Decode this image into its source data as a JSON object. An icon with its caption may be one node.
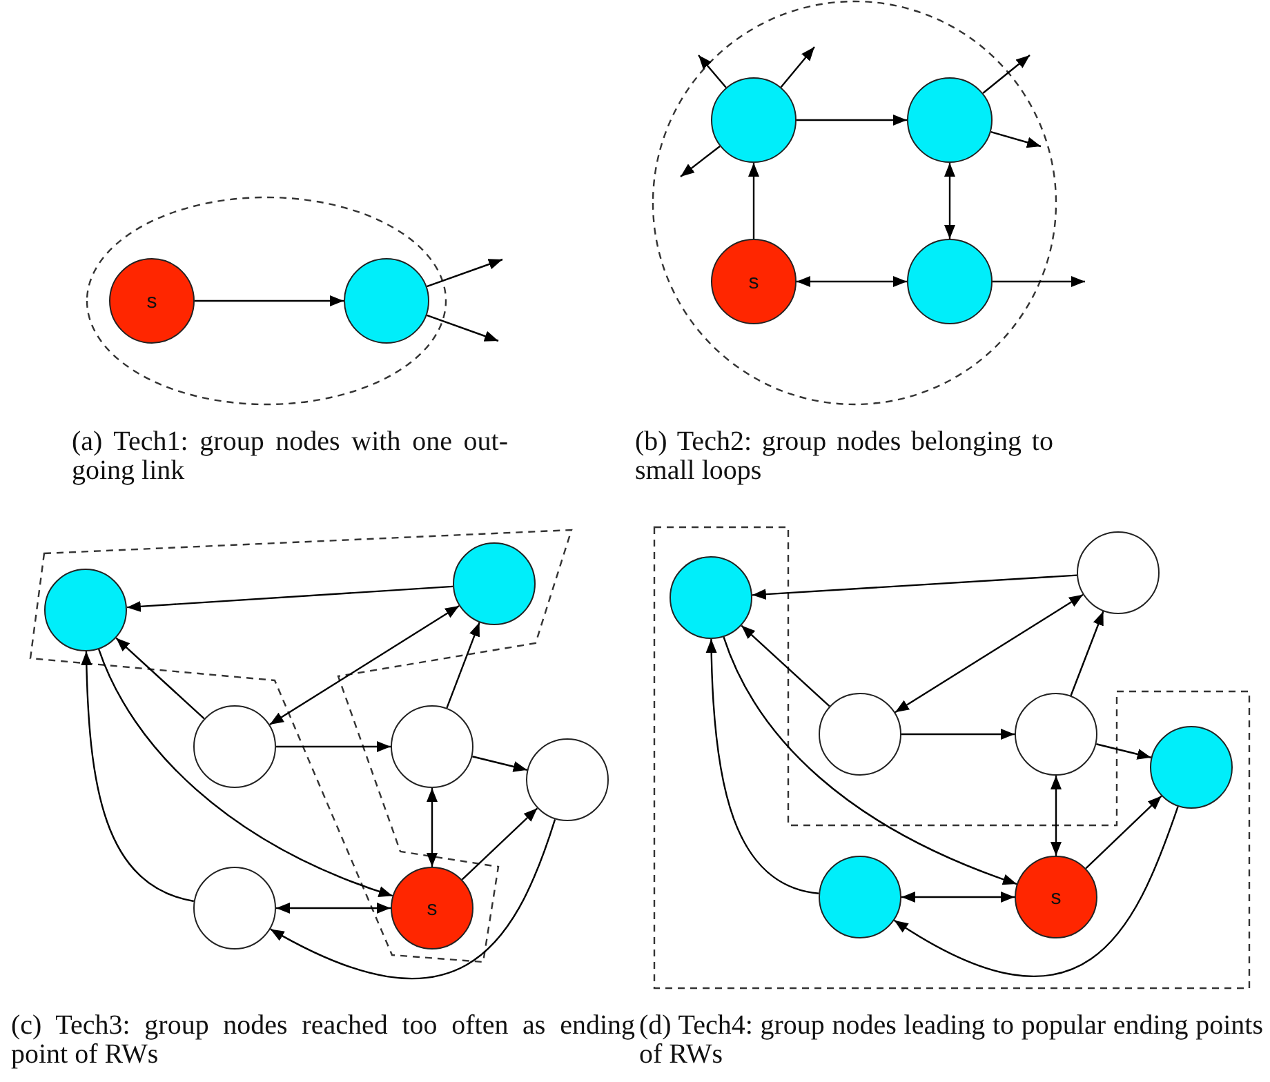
{
  "diagram": {
    "nodes": [
      {
        "text": [
          "s"
        ]
      },
      {
        "text": [],
        "shape": "circle"
      },
      {
        "text": [],
        "shape": "circle"
      },
      {
        "text": [],
        "shape": "circle"
      },
      {
        "text": [
          "s"
        ]
      },
      {
        "text": [],
        "shape": "circle"
      },
      {
        "text": [],
        "shape": "circle"
      },
      {
        "text": [],
        "shape": "circle"
      },
      {
        "text": [],
        "shape": "circle"
      },
      {
        "text": [],
        "shape": "circle"
      },
      {
        "text": [],
        "shape": "circle"
      },
      {
        "text": [],
        "shape": "circle"
      },
      {
        "text": [
          "s"
        ]
      },
      {
        "text": [],
        "shape": "circle"
      },
      {
        "text": [],
        "shape": "circle"
      },
      {
        "text": [],
        "shape": "circle"
      },
      {
        "text": [],
        "shape": "circle"
      },
      {
        "text": [],
        "shape": "circle"
      },
      {
        "text": [],
        "shape": "circle"
      },
      {
        "text": [
          "s"
        ]
      }
    ],
    "edges": [
      {
        "from": 0,
        "to": 1,
        "arrow": "to"
      },
      {
        "from": 1,
        "to": null,
        "arrow": "to"
      },
      {
        "from": 1,
        "to": null,
        "arrow": "to"
      },
      {
        "from": 4,
        "to": 2,
        "arrow": "to"
      },
      {
        "from": 2,
        "to": 3,
        "arrow": "to"
      },
      {
        "from": 3,
        "to": 5,
        "arrow": "both"
      },
      {
        "from": 4,
        "to": 5,
        "arrow": "both"
      },
      {
        "from": 2,
        "to": null,
        "arrow": "to"
      },
      {
        "from": 2,
        "to": null,
        "arrow": "to"
      },
      {
        "from": 2,
        "to": null,
        "arrow": "to"
      },
      {
        "from": 3,
        "to": null,
        "arrow": "to"
      },
      {
        "from": 3,
        "to": null,
        "arrow": "to"
      },
      {
        "from": 5,
        "to": null,
        "arrow": "to"
      },
      {
        "from": 7,
        "to": 6,
        "arrow": "to"
      },
      {
        "from": 8,
        "to": 7,
        "arrow": "both"
      },
      {
        "from": 8,
        "to": 6,
        "arrow": "to"
      },
      {
        "from": 8,
        "to": 9,
        "arrow": "to"
      },
      {
        "from": 9,
        "to": 7,
        "arrow": "to"
      },
      {
        "from": 9,
        "to": 10,
        "arrow": "to"
      },
      {
        "from": 9,
        "to": 12,
        "arrow": "both"
      },
      {
        "from": 12,
        "to": 10,
        "arrow": "to"
      },
      {
        "from": 6,
        "to": 12,
        "arrow": "to"
      },
      {
        "from": 11,
        "to": 6,
        "arrow": "to"
      },
      {
        "from": 11,
        "to": 12,
        "arrow": "both"
      },
      {
        "from": 10,
        "to": 11,
        "arrow": "to"
      },
      {
        "from": 14,
        "to": 13,
        "arrow": "to"
      },
      {
        "from": 15,
        "to": 14,
        "arrow": "both"
      },
      {
        "from": 15,
        "to": 13,
        "arrow": "to"
      },
      {
        "from": 15,
        "to": 16,
        "arrow": "to"
      },
      {
        "from": 16,
        "to": 14,
        "arrow": "to"
      },
      {
        "from": 16,
        "to": 17,
        "arrow": "to"
      },
      {
        "from": 16,
        "to": 19,
        "arrow": "both"
      },
      {
        "from": 19,
        "to": 17,
        "arrow": "to"
      },
      {
        "from": 13,
        "to": 19,
        "arrow": "to"
      },
      {
        "from": 18,
        "to": 13,
        "arrow": "to"
      },
      {
        "from": 18,
        "to": 19,
        "arrow": "both"
      },
      {
        "from": 17,
        "to": 18,
        "arrow": "to"
      }
    ],
    "labels": [
      "(a) Tech1: group nodes with one out-going link",
      "(b) Tech2: group nodes belonging to small loops",
      "(c) Tech3: group nodes reached too often as ending point of RWs",
      "(d) Tech4: group nodes leading to popular ending points of RWs"
    ]
  }
}
